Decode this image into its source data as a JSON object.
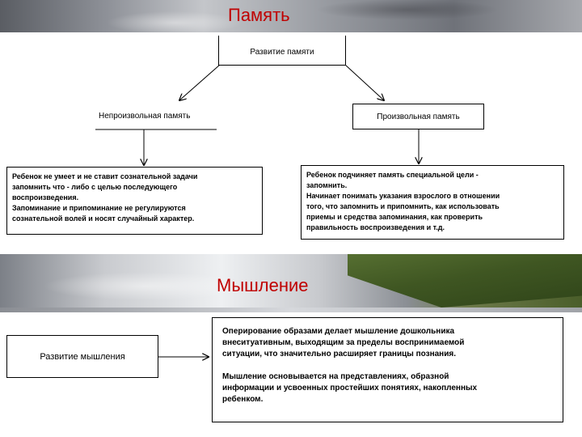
{
  "titles": {
    "memory": "Память",
    "thinking": "Мышление"
  },
  "memory_diagram": {
    "root": "Развитие памяти",
    "left_label": "Непроизвольная память",
    "right_label": "Произвольная память",
    "left_text": [
      "Ребенок не умеет и не ставит сознательной задачи",
      "запомнить что - либо с целью последующего",
      "воспроизведения.",
      "Запоминание и припоминание не регулируются",
      "сознательной волей и носят случайный характер."
    ],
    "right_text": [
      "Ребенок подчиняет память специальной цели -",
      "запомнить.",
      "Начинает понимать указания взрослого в отношении",
      "того, что запомнить и припомнить, как использовать",
      "приемы и средства запоминания, как проверить",
      "правильность воспроизведения и т.д."
    ]
  },
  "thinking_diagram": {
    "left_label": "Развитие мышления",
    "paragraph_1": [
      "Оперирование образами делает мышление дошкольника",
      "внеситуативным, выходящим за пределы воспринимаемой",
      "ситуации, что значительно расширяет границы познания."
    ],
    "paragraph_2": [
      "Мышление основывается на представлениях, образной",
      "информации и усвоенных простейших понятиях, накопленных",
      "ребенком."
    ]
  }
}
